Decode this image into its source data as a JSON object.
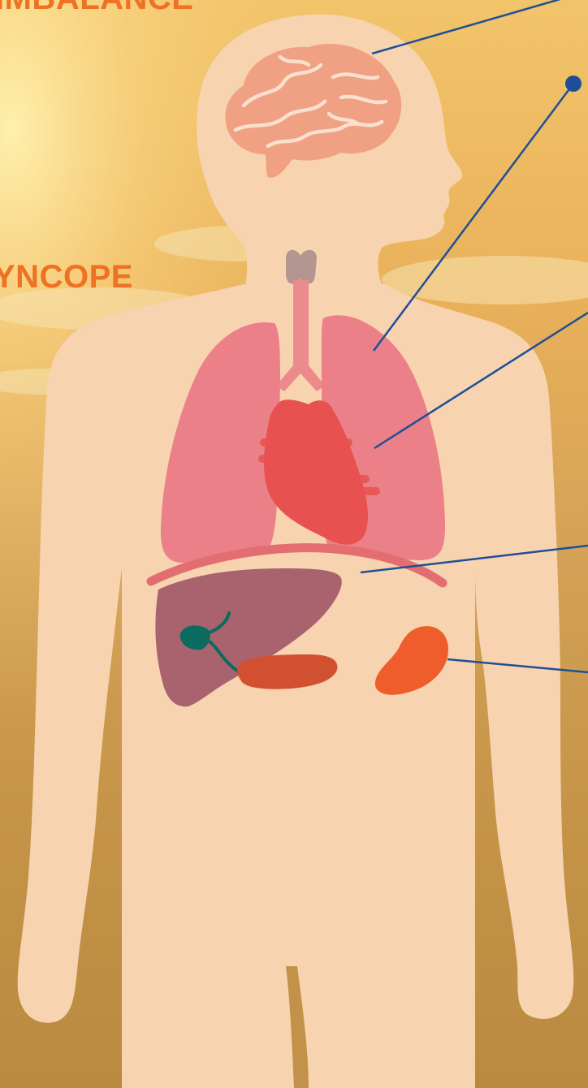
{
  "diagram": {
    "labels": {
      "top_partial": "IMBALANCE",
      "syncope_partial": "YNCOPE"
    },
    "organs": [
      "brain",
      "thyroid",
      "trachea",
      "lungs",
      "heart",
      "diaphragm",
      "liver",
      "gallbladder",
      "pancreas",
      "spleen"
    ],
    "callout_color": "#1e4f96",
    "label_color": "#ef7224",
    "body_color": "#f8d3b0"
  }
}
